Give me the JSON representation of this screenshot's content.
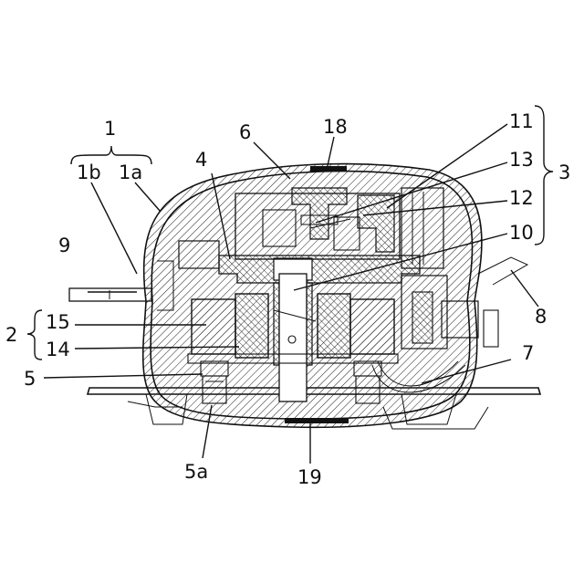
{
  "figure": {
    "reference_numerals": {
      "r1": "1",
      "r1a": "1a",
      "r1b": "1b",
      "r2": "2",
      "r3": "3",
      "r4": "4",
      "r5": "5",
      "r5a": "5a",
      "r6": "6",
      "r7": "7",
      "r8": "8",
      "r9": "9",
      "r10": "10",
      "r11": "11",
      "r12": "12",
      "r13": "13",
      "r14": "14",
      "r15": "15",
      "r18": "18",
      "r19": "19"
    }
  }
}
